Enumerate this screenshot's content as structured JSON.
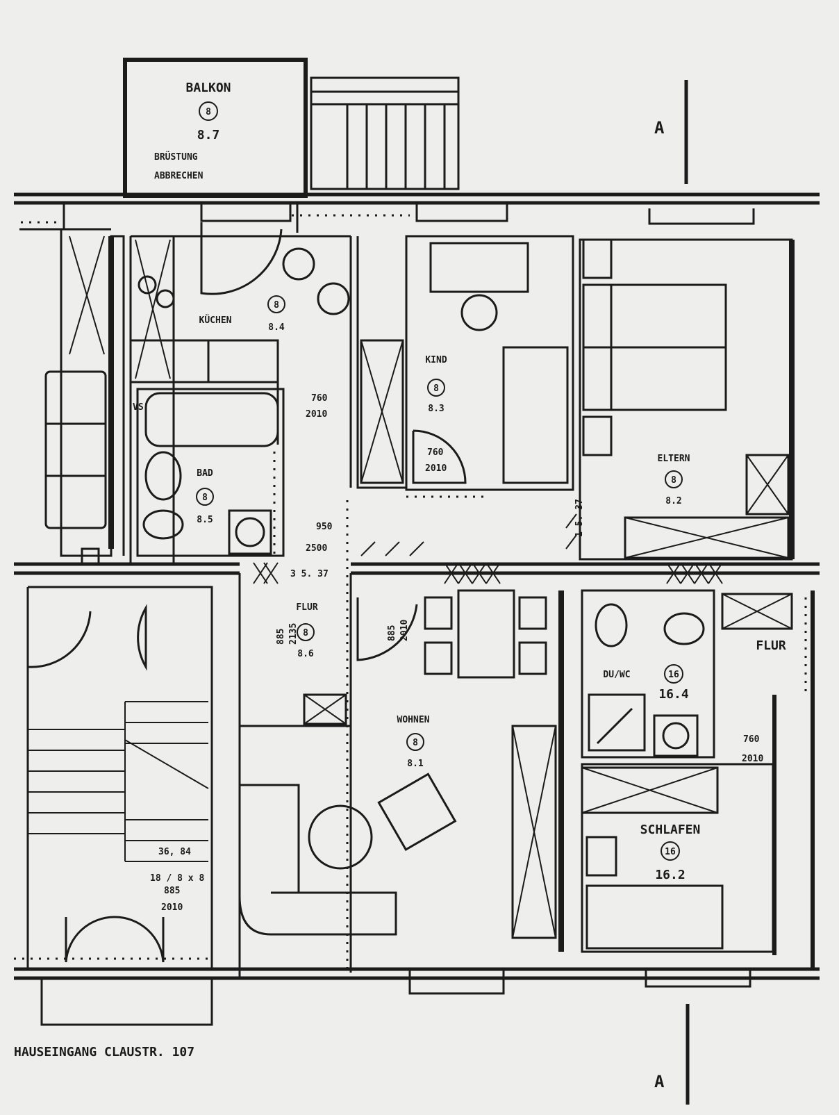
{
  "plan": {
    "section_marker": "A",
    "entrance_label": "HAUSEINGANG CLAUSTR. 107",
    "rooms": {
      "balkon": {
        "name": "BALKON",
        "unit": "8",
        "number": "8.7"
      },
      "balkon_note": {
        "line1": "BRÜSTUNG",
        "line2": "ABBRECHEN"
      },
      "kuechen": {
        "name": "KÜCHEN",
        "unit": "8",
        "number": "8.4"
      },
      "kind": {
        "name": "KIND",
        "unit": "8",
        "number": "8.3"
      },
      "eltern": {
        "name": "ELTERN",
        "unit": "8",
        "number": "8.2"
      },
      "bad": {
        "name": "BAD",
        "unit": "8",
        "number": "8.5"
      },
      "flur": {
        "name": "FLUR",
        "unit": "8",
        "number": "8.6"
      },
      "wohnen": {
        "name": "WOHNEN",
        "unit": "8",
        "number": "8.1"
      },
      "duwc": {
        "name": "DU/WC",
        "unit": "16",
        "number": "16.4"
      },
      "flur16": {
        "name": "FLUR"
      },
      "schlafen": {
        "name": "SCHLAFEN",
        "unit": "16",
        "number": "16.2"
      }
    },
    "dims": {
      "d1": "760",
      "d2": "2010",
      "d3": "760",
      "d4": "2010",
      "d5": "950",
      "d6": "2500",
      "d7": "885",
      "d8": "2135",
      "d9": "760",
      "d10": "2010",
      "d11": "885",
      "d12": "2010",
      "stair1": "36, 84",
      "stair2": "18 / 8 x 8",
      "stair3": "885",
      "stair4": "2010",
      "flr": "3 5. 37",
      "flr2": "1 5. 37",
      "v1": "VS"
    }
  }
}
